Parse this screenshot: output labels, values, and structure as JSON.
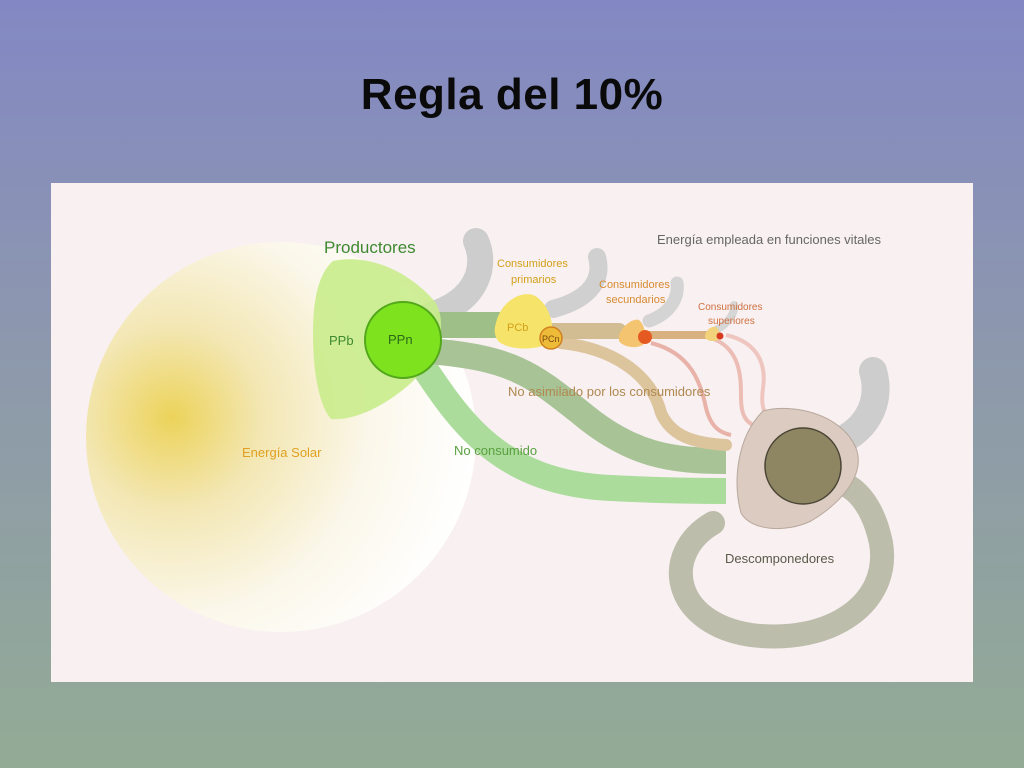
{
  "slide": {
    "title": "Regla del 10%"
  },
  "diagram": {
    "labels": {
      "productores": "Productores",
      "ppb": "PPb",
      "ppn": "PPn",
      "energia_solar": "Energía Solar",
      "consumidores_primarios_1": "Consumidores",
      "consumidores_primarios_2": "primarios",
      "pcb": "PCb",
      "pcn": "PCn",
      "consumidores_secundarios_1": "Consumidores",
      "consumidores_secundarios_2": "secundarios",
      "consumidores_superiores_1": "Consumidores",
      "consumidores_superiores_2": "superiores",
      "energia_funciones_vitales": "Energía empleada en funciones vitales",
      "no_asimilado": "No asimilado por los consumidores",
      "no_consumido": "No consumido",
      "descomponedores": "Descomponedores"
    },
    "colors": {
      "background_top": "#8388c4",
      "background_bottom": "#93ab95",
      "panel": "#f8f0f1",
      "producer_blob": "#c9ec8c",
      "ppn_circle": "#7ee21f",
      "primary_consumer": "#f6e46a",
      "secondary_consumer": "#f4c470",
      "superior_consumer": "#f2d27a",
      "decomposer_blob": "#dccbc0",
      "decomposer_core": "#8e8563",
      "respiration_flow": "#cccccc",
      "not_consumed_flow": "#abdc9b",
      "not_assimilated_flow": "#dcc59d",
      "label_green": "#3f8a30",
      "label_orange": "#e0a020",
      "label_gray": "#666666"
    }
  }
}
